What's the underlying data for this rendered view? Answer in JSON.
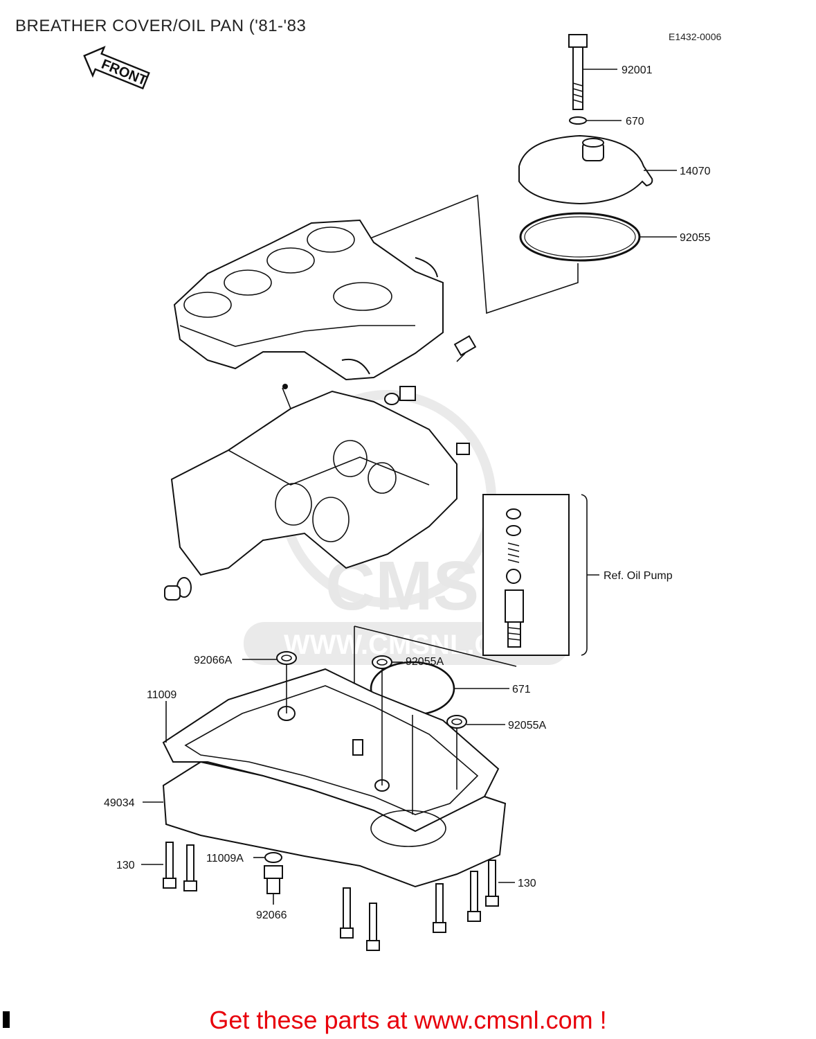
{
  "page": {
    "title": "BREATHER COVER/OIL PAN ('81-'83",
    "diagram_code": "E1432-0006",
    "front_arrow_label": "FRONT",
    "footer_text": "Get these parts at www.cmsnl.com !"
  },
  "callouts": [
    {
      "id": "92001"
    },
    {
      "id": "670"
    },
    {
      "id": "14070"
    },
    {
      "id": "92055"
    },
    {
      "id": "Ref. Oil Pump"
    },
    {
      "id": "92066A"
    },
    {
      "id": "92055A"
    },
    {
      "id": "11009"
    },
    {
      "id": "671"
    },
    {
      "id": "92055A"
    },
    {
      "id": "49034"
    },
    {
      "id": "130"
    },
    {
      "id": "11009A"
    },
    {
      "id": "92066"
    },
    {
      "id": "130"
    }
  ],
  "watermark": {
    "brand": "CMS",
    "url": "WWW.CMSNL.COM"
  }
}
